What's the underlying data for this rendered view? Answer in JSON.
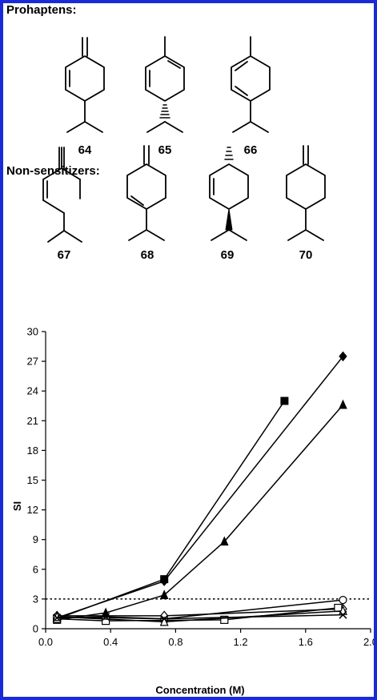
{
  "sections": {
    "prohaptens": "Prohaptens:",
    "non_sensitizers": "Non-sensitizers:"
  },
  "compounds": {
    "prohaptens": [
      "64",
      "65",
      "66"
    ],
    "non_sensitizers": [
      "67",
      "68",
      "69",
      "70"
    ]
  },
  "chart_data": {
    "type": "scatter",
    "title": "",
    "xlabel": "Concentration (M)",
    "ylabel": "SI",
    "xlim": [
      0.0,
      2.0
    ],
    "ylim": [
      0,
      30
    ],
    "x_ticks": [
      "0.0",
      "0.4",
      "0.8",
      "1.2",
      "1.6",
      "2.0"
    ],
    "y_ticks": [
      "0",
      "3",
      "6",
      "9",
      "12",
      "15",
      "18",
      "21",
      "24",
      "27",
      "30"
    ],
    "reference_line": {
      "y": 3,
      "style": "dotted"
    },
    "grid": false,
    "legend": "none",
    "series": [
      {
        "marker": "filled-diamond",
        "x": [
          0.07,
          0.73,
          1.83
        ],
        "y": [
          1.1,
          4.8,
          27.5
        ]
      },
      {
        "marker": "filled-square",
        "x": [
          0.07,
          0.73,
          1.47
        ],
        "y": [
          1.0,
          5.0,
          23.0
        ]
      },
      {
        "marker": "filled-triangle",
        "x": [
          0.07,
          0.37,
          0.73,
          1.1,
          1.83
        ],
        "y": [
          0.9,
          1.6,
          3.4,
          8.8,
          22.6
        ]
      },
      {
        "marker": "open-circle",
        "x": [
          0.07,
          0.73,
          1.83
        ],
        "y": [
          1.2,
          1.0,
          2.9
        ]
      },
      {
        "marker": "open-diamond",
        "x": [
          0.07,
          0.73,
          1.83
        ],
        "y": [
          1.3,
          1.3,
          2.0
        ]
      },
      {
        "marker": "open-square",
        "x": [
          0.07,
          0.37,
          1.1,
          1.8
        ],
        "y": [
          1.0,
          0.8,
          0.9,
          2.1
        ]
      },
      {
        "marker": "open-triangle",
        "x": [
          0.07,
          0.73,
          1.83
        ],
        "y": [
          1.2,
          0.7,
          1.8
        ]
      },
      {
        "marker": "x-cross",
        "x": [
          0.07,
          0.37,
          0.73,
          1.83
        ],
        "y": [
          1.1,
          1.2,
          1.0,
          1.4
        ]
      }
    ]
  }
}
